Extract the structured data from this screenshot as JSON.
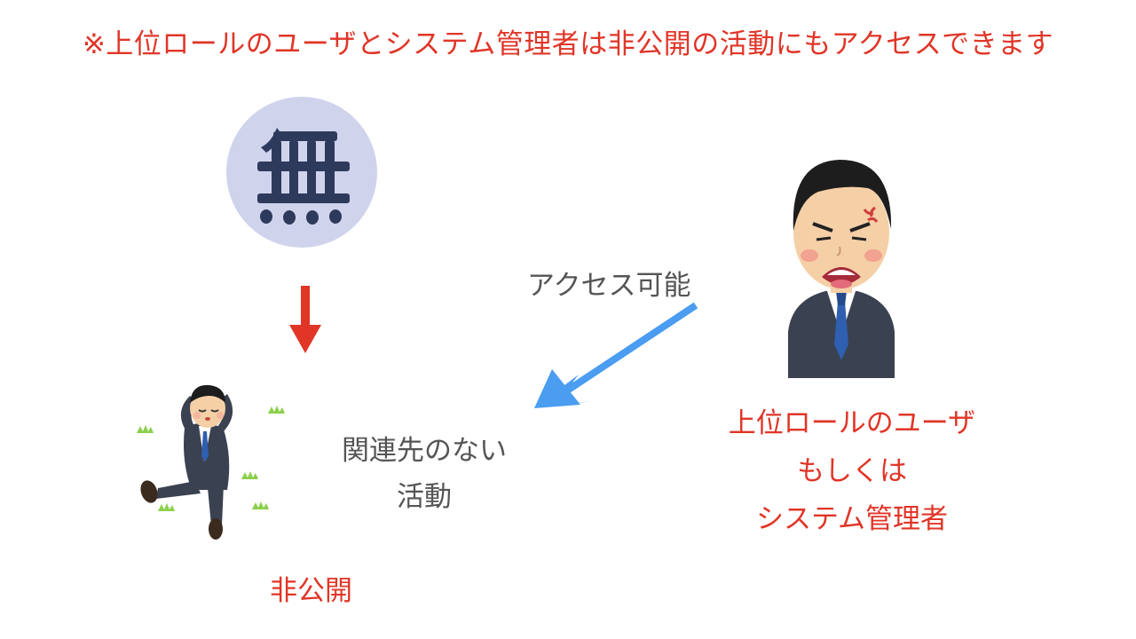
{
  "header": {
    "note": "※上位ロールのユーザとシステム管理者は非公開の活動にもアクセスできます"
  },
  "diagram": {
    "access_label": "アクセス可能",
    "activity_label_line1": "関連先のない",
    "activity_label_line2": "活動",
    "private_label": "非公開",
    "role_label_line1": "上位ロールのユーザ",
    "role_label_line2": "もしくは",
    "role_label_line3": "システム管理者",
    "badge_glyph": "無"
  },
  "colors": {
    "accent_red": "#e03527",
    "arrow_blue": "#4a9df0",
    "muted_text": "#555555",
    "badge_fill": "#cfd3ec",
    "badge_ink": "#2e3a5c"
  }
}
